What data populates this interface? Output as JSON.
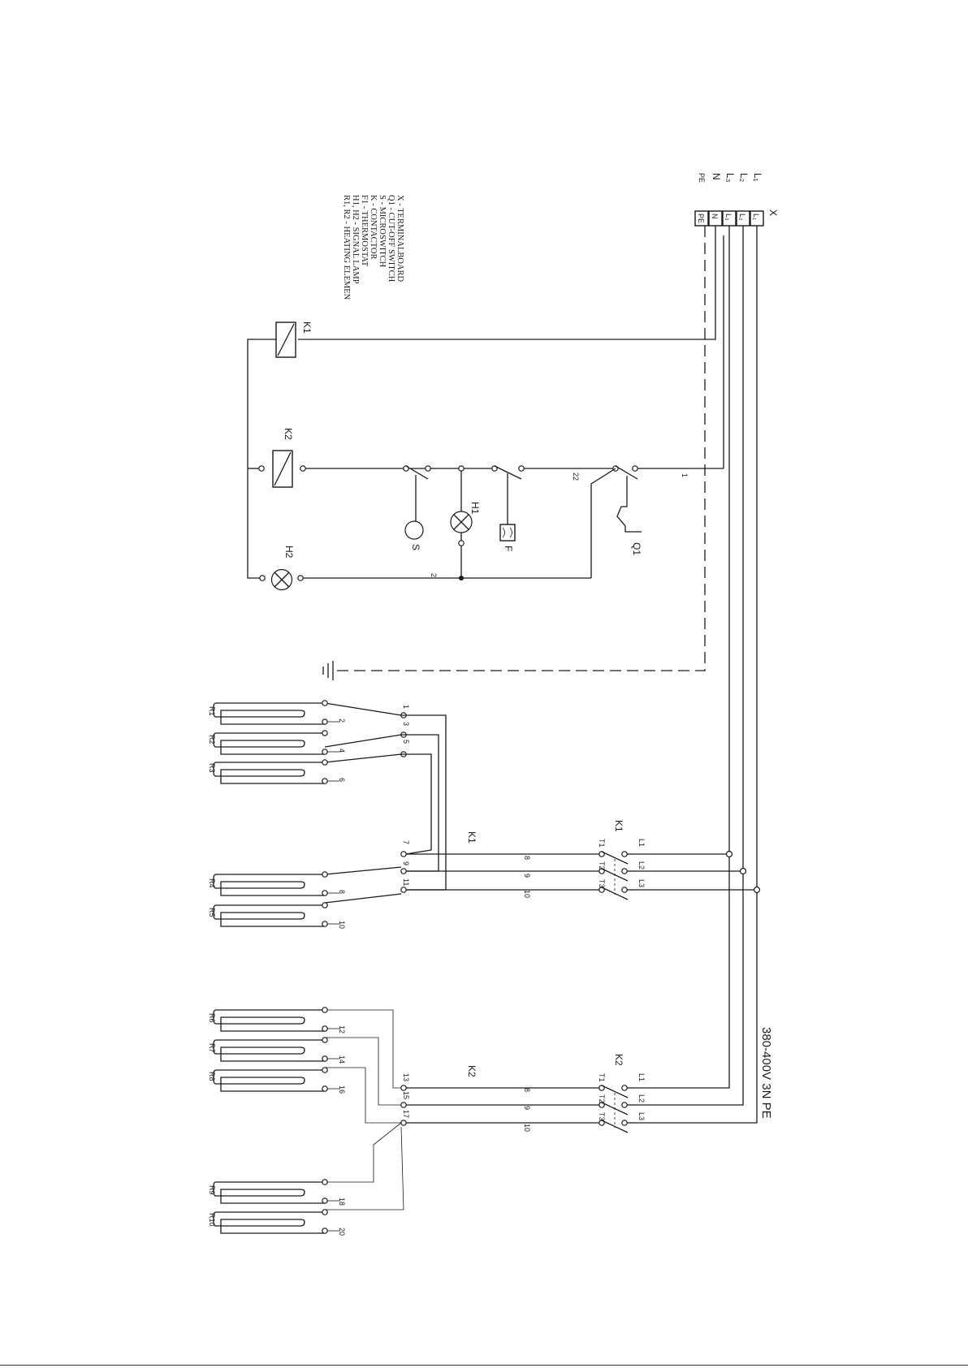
{
  "terminal_board": {
    "name": "X",
    "rows": [
      {
        "line": "L₁",
        "terminal": "L₁"
      },
      {
        "line": "L₂",
        "terminal": "L₂"
      },
      {
        "line": "L₃",
        "terminal": "L₃"
      },
      {
        "line": "N",
        "terminal": "N"
      },
      {
        "line": "PE",
        "terminal": "PE"
      }
    ]
  },
  "legend": [
    "X - TERMINALBOARD",
    "Q1 - CUT-OFF SWITCH",
    "S - MICROSWITCH",
    "K - CONTACTOR",
    "F1 - THERMOSTAT",
    "H1, H2 - SIGNAL LAMP",
    "R1, R2 - HEATING ELEMEN"
  ],
  "supply": "380-400V  3N PE",
  "control": {
    "coil_k1": "K1",
    "coil_k2": "K2",
    "lamp_h1": "H1",
    "lamp_h2": "H2",
    "thermostat": "F",
    "microswitch": "S",
    "cutoff": "Q1",
    "wire_1": "1",
    "wire_2": "2",
    "wire_22": "22"
  },
  "contactors": [
    {
      "name": "K1",
      "mid_label": "K1",
      "line_terminals": [
        "L1",
        "L2",
        "L3"
      ],
      "load_terminals": [
        "T1",
        "T2",
        "T3"
      ],
      "wire_numbers": [
        "8",
        "9",
        "10"
      ],
      "input_terminals": [
        "7",
        "9",
        "11"
      ]
    },
    {
      "name": "K2",
      "mid_label": "K2",
      "line_terminals": [
        "L1",
        "L2",
        "L3"
      ],
      "load_terminals": [
        "T1",
        "T2",
        "T3"
      ],
      "wire_numbers": [
        "8",
        "9",
        "10"
      ],
      "input_terminals": [
        "13",
        "15",
        "17"
      ]
    }
  ],
  "terminals_group1": [
    "1",
    "3",
    "5"
  ],
  "heating_elements": [
    {
      "name": "R1",
      "terminal": "2"
    },
    {
      "name": "R2",
      "terminal": "4"
    },
    {
      "name": "R3",
      "terminal": "6"
    },
    {
      "name": "R4",
      "terminal": "8"
    },
    {
      "name": "R5",
      "terminal": "10"
    },
    {
      "name": "R6",
      "terminal": "12"
    },
    {
      "name": "R7",
      "terminal": "14"
    },
    {
      "name": "R8",
      "terminal": "16"
    },
    {
      "name": "R9",
      "terminal": "18"
    },
    {
      "name": "R10",
      "terminal": "20"
    }
  ]
}
